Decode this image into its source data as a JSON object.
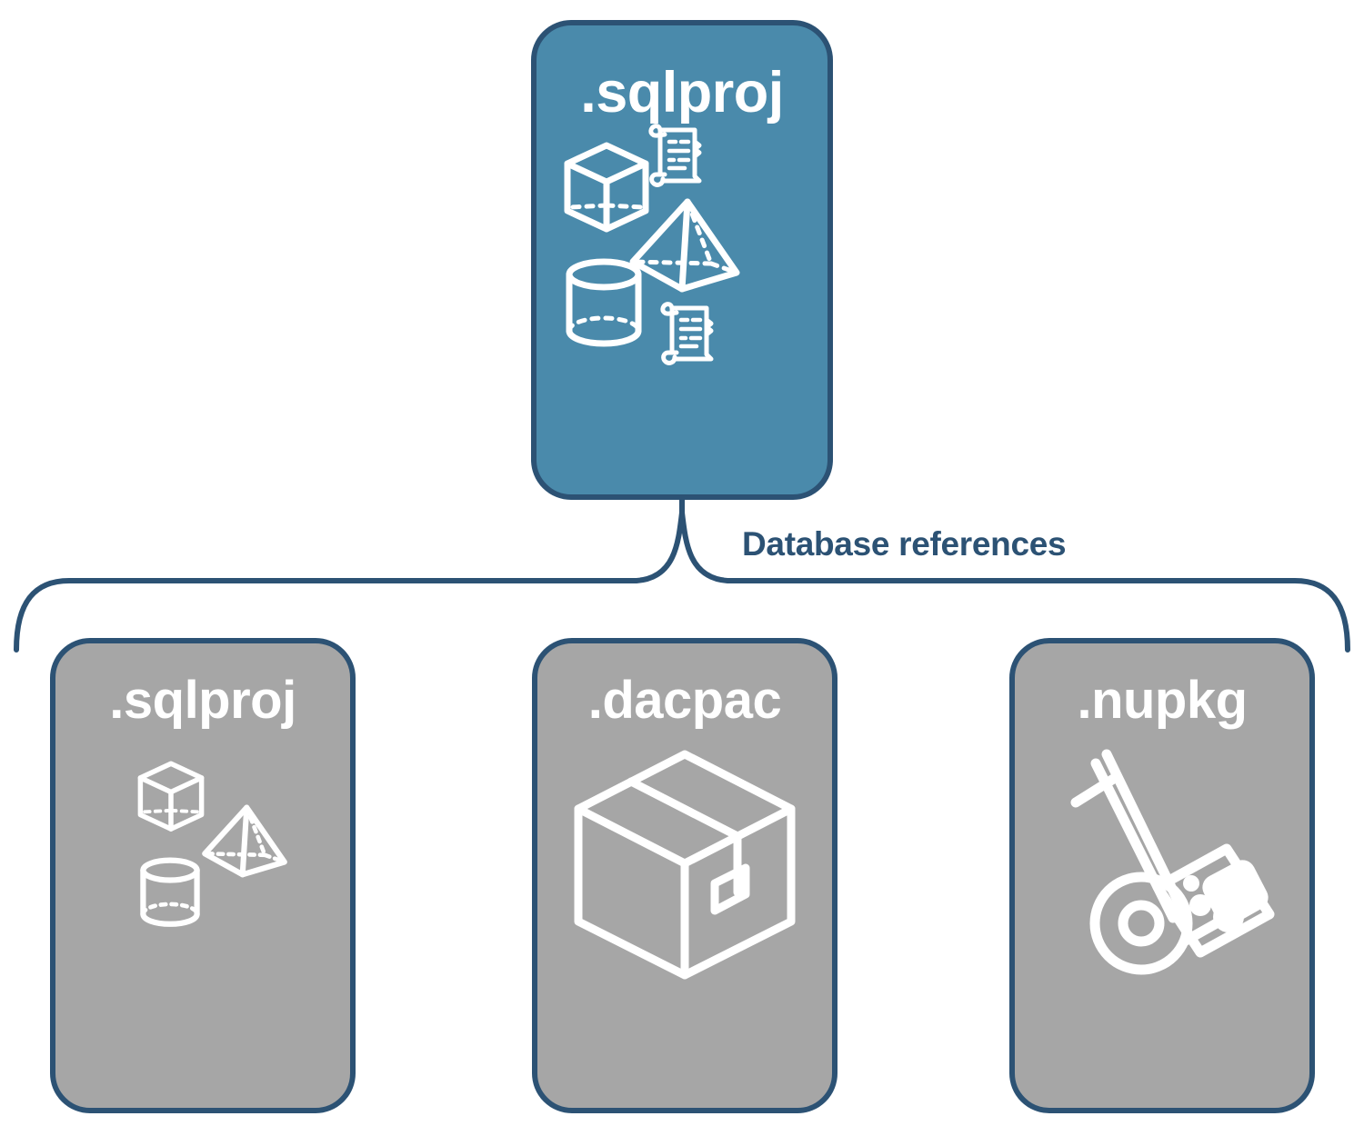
{
  "diagram": {
    "title_text": "Database references",
    "colors": {
      "primary_fill": "#4A8AAB",
      "secondary_fill": "#A6A6A6",
      "stroke": "#2C5274",
      "icon": "#FFFFFF",
      "background": "#FFFFFF"
    },
    "root": {
      "label": ".sqlproj",
      "icons": [
        "cube-icon",
        "scroll-icon",
        "pyramid-icon",
        "cylinder-icon",
        "scroll-icon"
      ]
    },
    "connector": {
      "label": "Database references",
      "style": "curly-brace"
    },
    "children": [
      {
        "label": ".sqlproj",
        "icons": [
          "cube-icon",
          "pyramid-icon",
          "cylinder-icon"
        ]
      },
      {
        "label": ".dacpac",
        "icons": [
          "package-box-icon"
        ]
      },
      {
        "label": ".nupkg",
        "icons": [
          "hand-truck-icon",
          "nuget-package-icon"
        ]
      }
    ]
  }
}
